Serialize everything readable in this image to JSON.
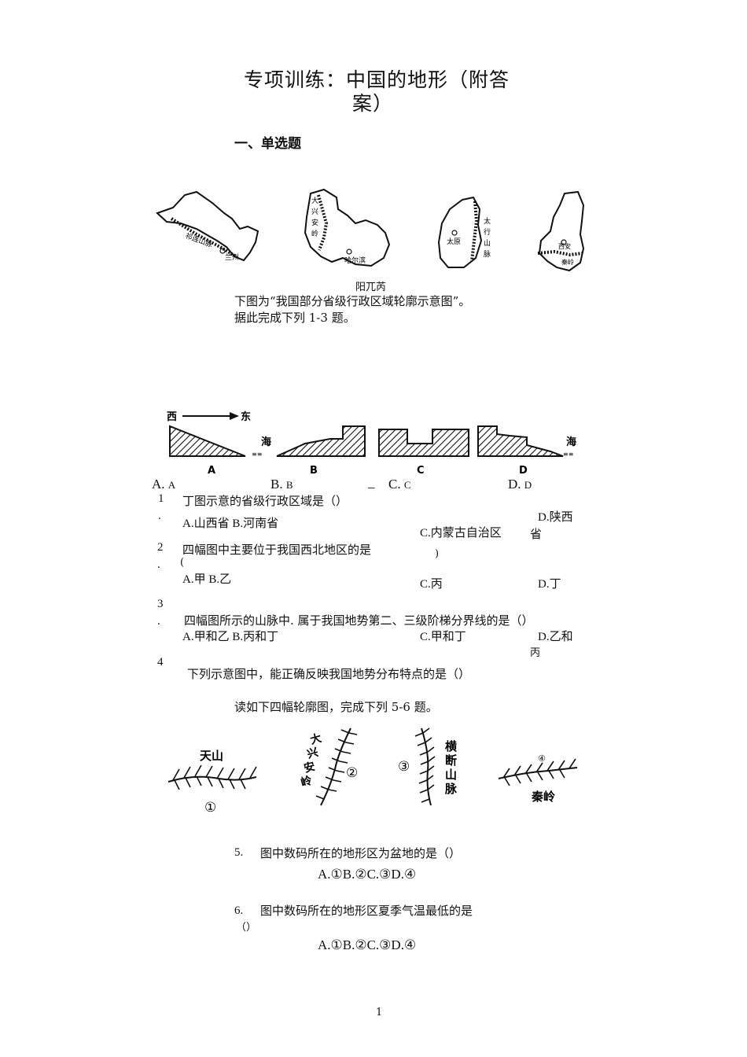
{
  "title_line1": "专项训练：中国的地形（附答",
  "title_line2": "案）",
  "section1": "一、单选题",
  "fig1": {
    "labels": {
      "jia_mtn": "祁连山脉",
      "jia_city": "兰州",
      "yi_mtn": [
        "大",
        "兴",
        "安",
        "岭"
      ],
      "yi_city": "哈尔滨",
      "bing_city": "太原",
      "bing_mtn": [
        "太",
        "行",
        "山",
        "脉"
      ],
      "ding_city": "西安",
      "ding_mtn": "秦岭"
    },
    "caption_garbled": "阳兀芮",
    "intro_line1": "下图为“我国部分省级行政区域轮廓示意图”。",
    "intro_line2": "据此完成下列 1-3 题。"
  },
  "fig2": {
    "west": "西",
    "east": "东",
    "sea": "海",
    "panel_labels": [
      "A",
      "B",
      "C",
      "D"
    ],
    "option_row": [
      {
        "big": "A.",
        "small": "A"
      },
      {
        "big": "B.",
        "small": "B"
      },
      {
        "big": "_",
        "small": ""
      },
      {
        "big": "C.",
        "small": "C"
      },
      {
        "big": "D.",
        "small": "D"
      }
    ]
  },
  "q1": {
    "num": "1",
    "dot": ".",
    "stem": "丁图示意的省级行政区域是（）",
    "ab": "A.山西省 B.河南省",
    "c": "C.内蒙古自治区",
    "d1": "D.陕西",
    "d2": "省"
  },
  "q2": {
    "num": "2",
    "dot": ".",
    "stem": "四幅图中主要位于我国西北地区的是",
    "paren_open": "(",
    "paren_close": ")",
    "ab": "A.甲 B.乙",
    "c": "C.丙",
    "d": "D.丁"
  },
  "q3": {
    "num": "3",
    "dot": ".",
    "stem": "四幅图所示的山脉中. 属于我国地势第二、三级阶梯分界线的是（）",
    "ab": "A.甲和乙 B.丙和丁",
    "c": "C.甲和丁",
    "d1": "D.乙和",
    "d2": "丙"
  },
  "q4": {
    "num": "4",
    "stem": "下列示意图中，能正确反映我国地势分布特点的是（）"
  },
  "intro56": "读如下四幅轮廓图，完成下列 5-6 题。",
  "fig3": {
    "tianshan": "天山",
    "dxal": [
      "大",
      "兴",
      "安",
      "岭"
    ],
    "hdsm": [
      "横",
      "断",
      "山",
      "脉"
    ],
    "qinling": "秦岭",
    "n1": "①",
    "n2": "②",
    "n3": "③",
    "n4": "④"
  },
  "q5": {
    "num": "5.",
    "stem": "图中数码所在的地形区为盆地的是（）",
    "options": "A.①B.②C.③D.④"
  },
  "q6": {
    "num": "6.",
    "stem": "图中数码所在的地形区夏季气温最低的是",
    "paren": "（）",
    "options": "A.①B.②C.③D.④"
  },
  "page_number": "1"
}
